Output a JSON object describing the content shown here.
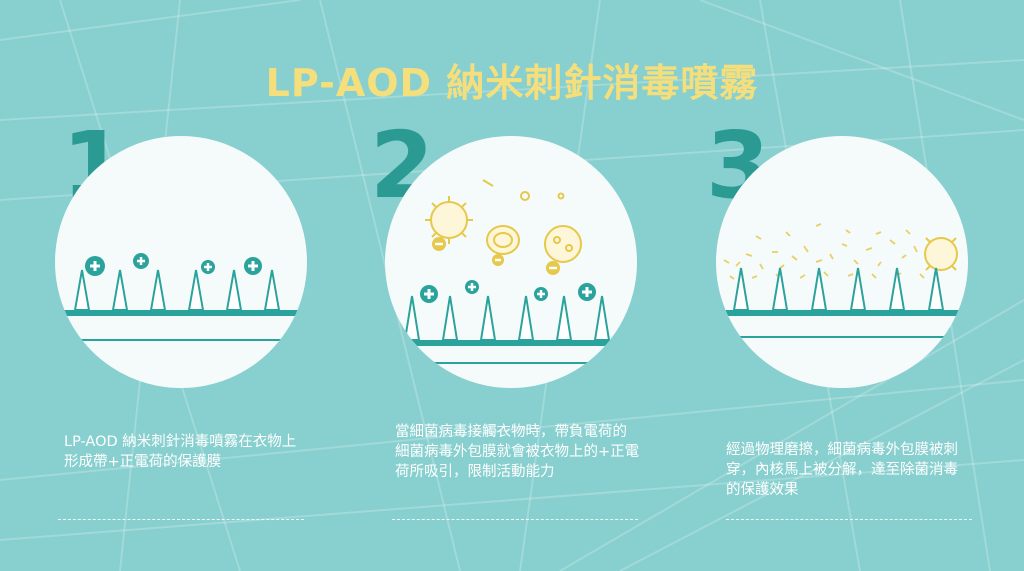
{
  "title": "LP-AOD 納米刺針消毒噴霧",
  "steps": [
    {
      "number": "1",
      "text": "LP-AOD  納米刺針消毒噴霧在衣物上形成帶+正電荷的保護膜"
    },
    {
      "number": "2",
      "text": "當細菌病毒接觸衣物時，帶負電荷的細菌病毒外包膜就會被衣物上的+正電荷所吸引，限制活動能力"
    },
    {
      "number": "3",
      "text": "經過物理磨擦，細菌病毒外包膜被刺穿，內核馬上被分解，達至除菌消毒的保護效果"
    }
  ],
  "colors": {
    "background": "#88cfcf",
    "title": "#f4df7c",
    "number": "#2a9a93",
    "teal": "#2aa39c",
    "yellow": "#e6c84a",
    "circle": "#f5fbfa"
  },
  "icons": [
    "plus-charge-icon",
    "minus-charge-icon",
    "bacteria-icon",
    "virus-icon",
    "spike-icon"
  ]
}
